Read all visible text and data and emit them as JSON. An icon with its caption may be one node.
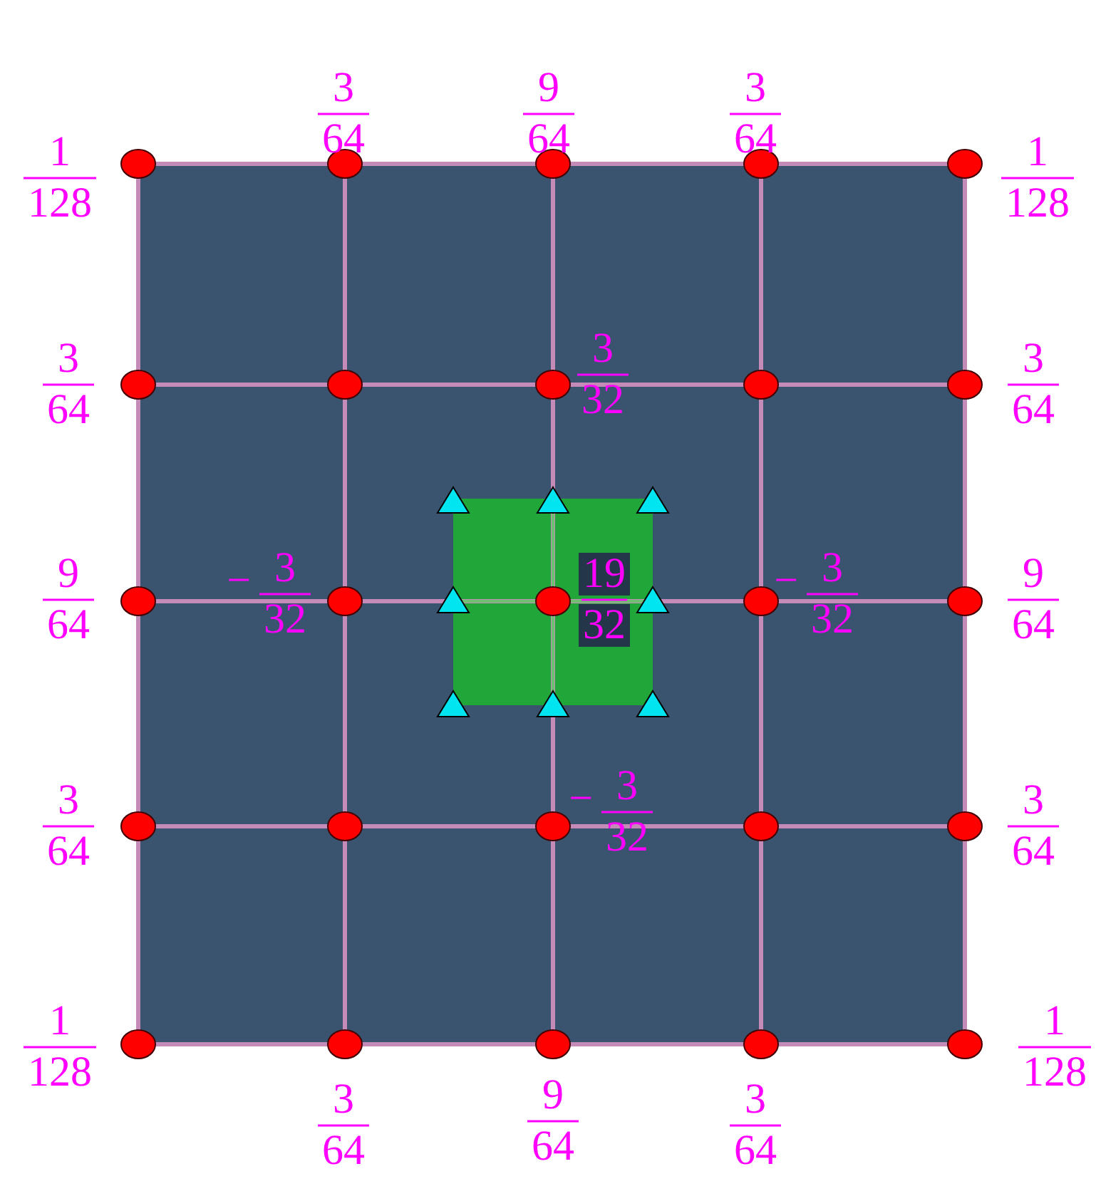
{
  "diagram": {
    "labels": [
      "3",
      "64",
      "9",
      "64",
      "3",
      "64",
      "1",
      "128",
      "1",
      "128",
      "3",
      "64",
      "3",
      "32",
      "3",
      "64",
      "9",
      "64",
      "−",
      "3",
      "32",
      "19",
      "32",
      "−",
      "3",
      "32",
      "9",
      "64",
      "3",
      "64",
      "−",
      "3",
      "32",
      "3",
      "64",
      "1",
      "128",
      "1",
      "128",
      "3",
      "64",
      "9",
      "64",
      "3",
      "64"
    ]
  }
}
